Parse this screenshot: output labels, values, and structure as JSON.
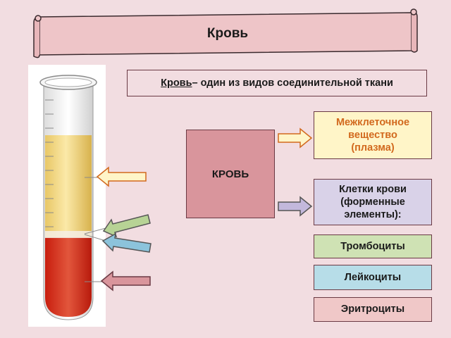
{
  "title": "Кровь",
  "definition": {
    "term": "Кровь ",
    "rest": "– один из видов соединительной ткани"
  },
  "main_label": "КРОВЬ",
  "plasma": {
    "line1": "Межклеточное",
    "line2": "вещество",
    "line3": "(плазма)"
  },
  "cells": {
    "line1": "Клетки крови",
    "line2": "(форменные",
    "line3": "элементы):"
  },
  "thrombocytes": "Тромбоциты",
  "leukocytes": "Лейкоциты",
  "erythrocytes": "Эритроциты",
  "colors": {
    "background": "#f2dde1",
    "scroll": "#eec5c8",
    "plasma_fill": "#fff5c8",
    "plasma_text": "#d2691e",
    "cells_fill": "#d9d2e8",
    "thromb_fill": "#cfe2b4",
    "leuk_fill": "#b7dde8",
    "eryth_fill": "#f0c8c8",
    "main_fill": "#d9959c",
    "border": "#6a3a44"
  }
}
